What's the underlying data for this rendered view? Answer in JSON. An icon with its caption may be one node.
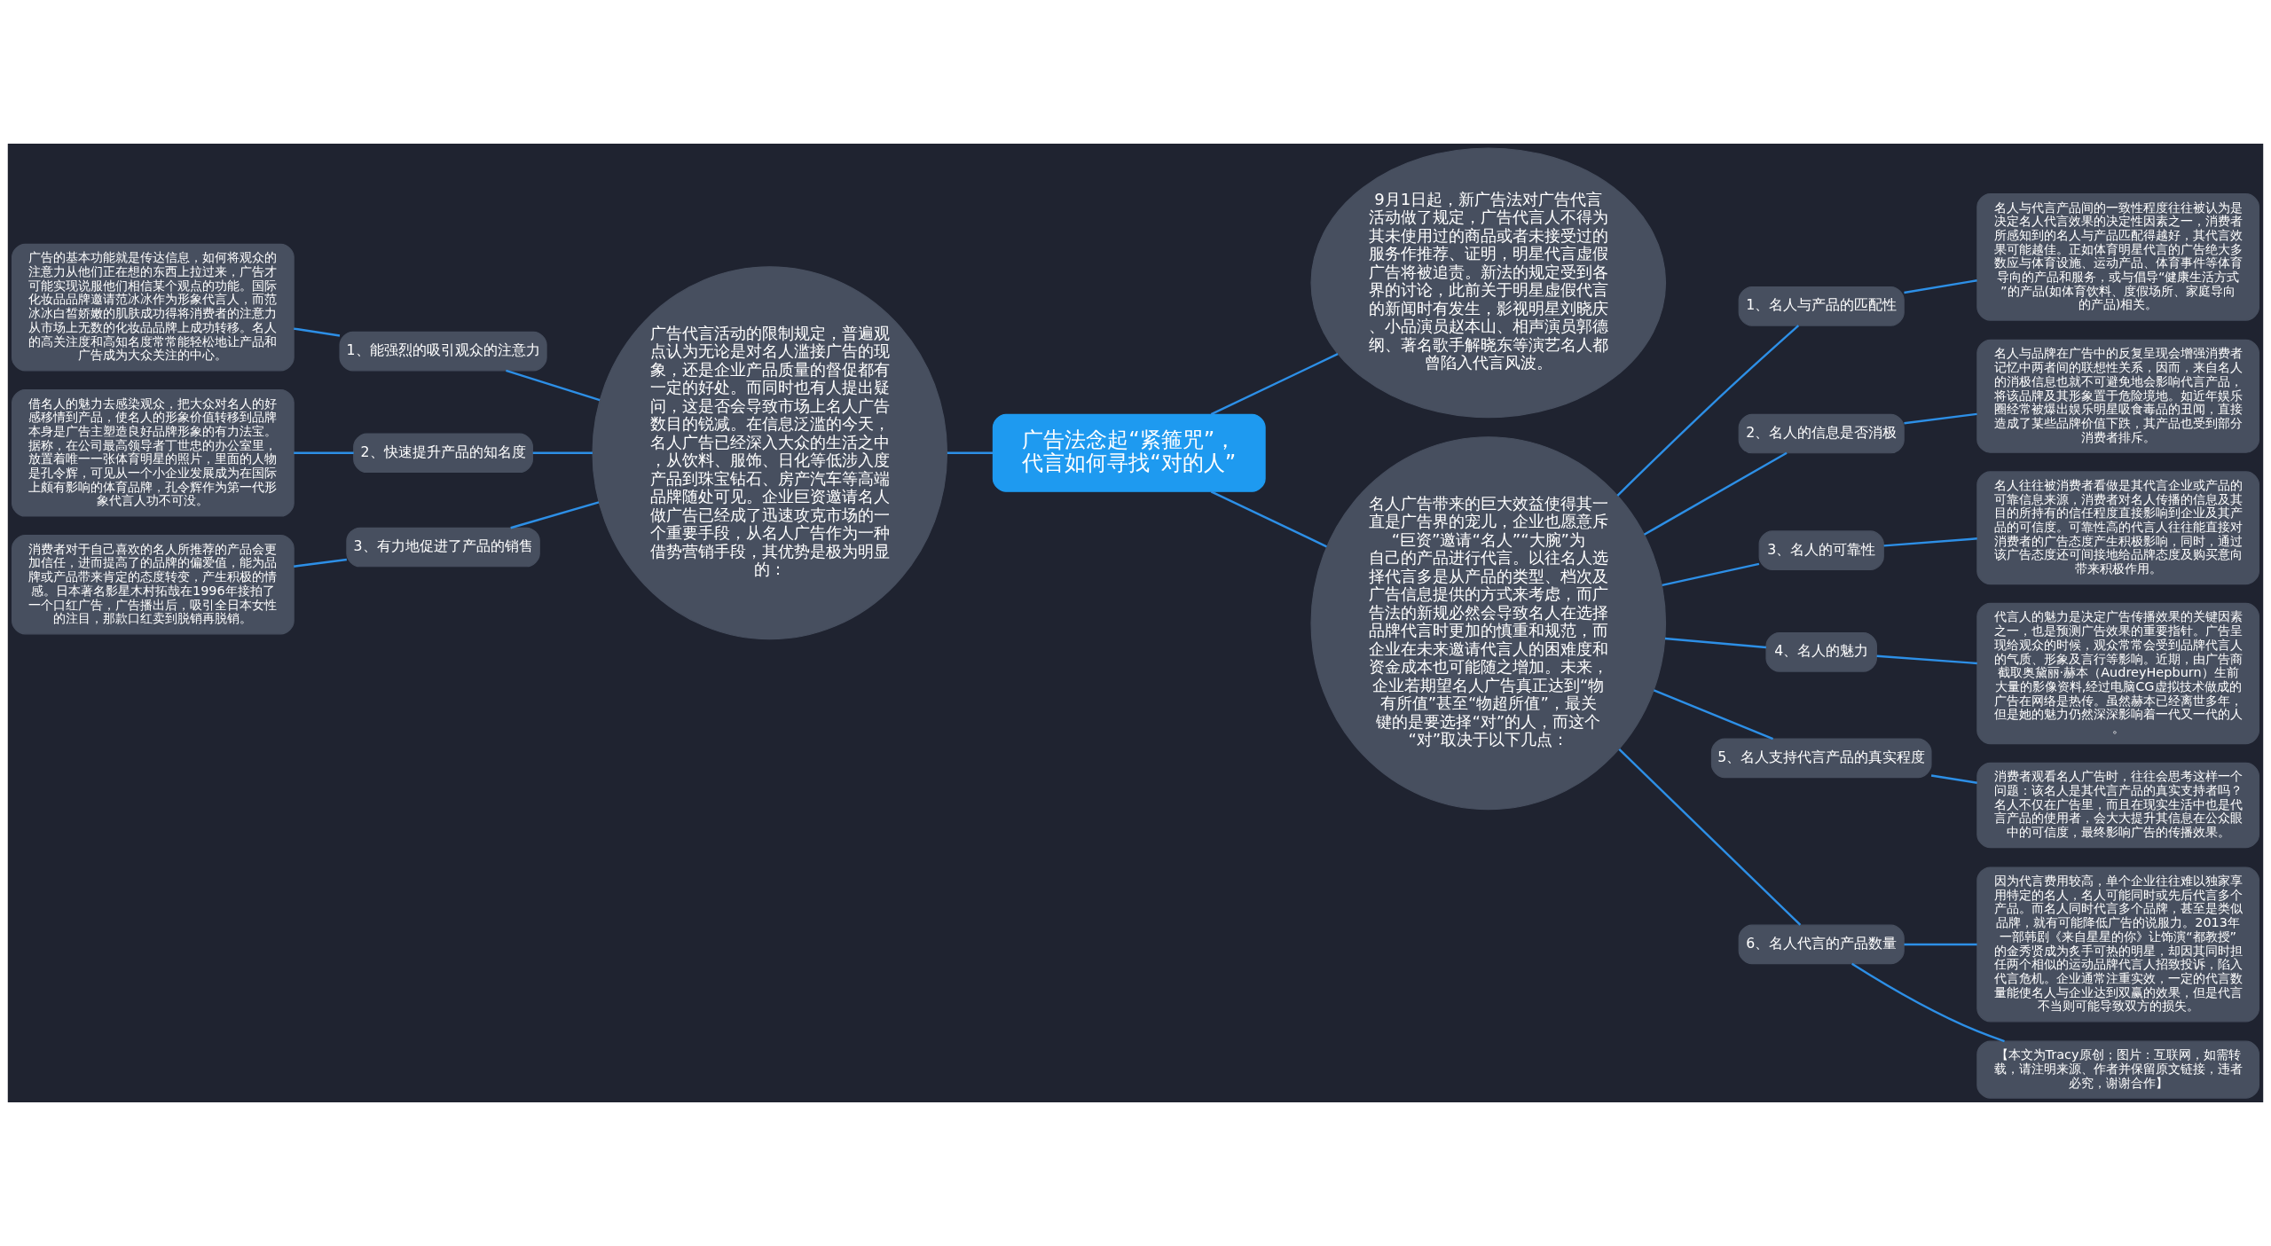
{
  "diagram": {
    "nodes": [
      {
        "text": [
          "广告法念起“紧箍咒”，代言如何寻找“对的人”"
        ]
      },
      {
        "text": [
          "9月1日起，新广告法对广告代言活动做了规定，广告代言人不得为其未使用过的商品或者未接受过的服务作推荐、证明，明星代言虚假广告将被追责。新法的规定受到各界的讨论，此前关于明星虚假代言的新闻时有发生，影视明星刘晓庆、小品演员赵本山、相声演员郭德纲、著名歌手解晓东等演艺名人都曾陷入代言风波。"
        ]
      },
      {
        "text": [
          "广告代言活动的限制规定，普遍观点认为无论是对名人滥接广告的现象，还是企业产品质量的督促都有一定的好处。而同时也有人提出疑问，这是否会导致市场上名人广告数目的锐减。在信息泛滥的今天，名人广告已经深入大众的生活之中，从饮料、服饰、日化等低涉入度产品到珠宝钻石、房产汽车等高端品牌随处可见。企业巨资邀请名人做广告已经成了迅速攻克市场的一个重要手段，从名人广告作为一种借势营销手段，其优势是极为明显的："
        ]
      },
      {
        "text": [
          "1、能强烈的吸引观众的注意力"
        ]
      },
      {
        "text": [
          "广告的基本功能就是传达信息，如何将观众的注意力从他们正在想的东西上拉过来，广告才可能实现说服他们相信某个观点的功能。国际化妆品品牌邀请范冰冰作为形象代言人，而范冰冰白皙娇嫩的肌肤成功得将消费者的注意力从市场上无数的化妆品品牌上成功转移。名人的高关注度和高知名度常常能轻松地让产品和广告成为大众关注的中心。"
        ]
      },
      {
        "text": [
          "2、快速提升产品的知名度"
        ]
      },
      {
        "text": [
          "借名人的魅力去感染观众，把大众对名人的好感移情到产品，使名人的形象价值转移到品牌本身是广告主塑造良好品牌形象的有力法宝。据称，在公司最高领导者丁世忠的办公室里，放置着唯一一张体育明星的照片，里面的人物是孔令辉，可见从一个小企业发展成为在国际上颇有影响的体育品牌，孔令辉作为第一代形象代言人功不可没。"
        ]
      },
      {
        "text": [
          "3、有力地促进了产品的销售"
        ]
      },
      {
        "text": [
          "消费者对于自己喜欢的名人所推荐的产品会更加信任，进而提高了的品牌的偏爱值，能为品牌或产品带来肯定的态度转变，产生积极的情感。日本著名影星木村拓哉在1996年接拍了一个口红广告，广告播出后，吸引全日本女性的注目，那款口红卖到脱销再脱销。"
        ]
      },
      {
        "text": [
          "名人广告带来的巨大效益使得其一直是广告界的宠儿，企业也愿意斥“巨资”邀请“名人”“大腕”为自己的产品进行代言。以往名人选择代言多是从产品的类型、档次及广告信息提供的方式来考虑，而广告法的新规必然会导致名人在选择品牌代言时更加的慎重和规范，而企业在未来邀请代言人的困难度和资金成本也可能随之增加。未来，企业若期望名人广告真正达到“物有所值”甚至“物超所值”，最关键的是要选择“对”的人，而这个“对”取决于以下几点："
        ]
      },
      {
        "text": [
          "1、名人与产品的匹配性"
        ]
      },
      {
        "text": [
          "名人与代言产品间的一致性程度往往被认为是决定名人代言效果的决定性因素之一，消费者所感知到的名人与产品匹配得越好，其代言效果可能越佳。正如体育明星代言的广告绝大多数应与体育设施、运动产品、体育事件等体育导向的产品和服务，或与倡导“健康生活方式”的产品(如体育饮料、度假场所、家庭导向的产品)相关。"
        ]
      },
      {
        "text": [
          "2、名人的信息是否消极"
        ]
      },
      {
        "text": [
          "名人与品牌在广告中的反复呈现会增强消费者记忆中两者间的联想性关系，因而，来自名人的消极信息也就不可避免地会影响代言产品，将该品牌及其形象置于危险境地。如近年娱乐圈经常被爆出娱乐明星吸食毒品的丑闻，直接造成了某些品牌价值下跌，其产品也受到部分消费者排斥。"
        ]
      },
      {
        "text": [
          "3、名人的可靠性"
        ]
      },
      {
        "text": [
          "名人往往被消费者看做是其代言企业或产品的可靠信息来源，消费者对名人传播的信息及其目的所持有的信任程度直接影响到企业及其产品的可信度。可靠性高的代言人往往能直接对消费者的广告态度产生积极影响，同时，通过该广告态度还可间接地给品牌态度及购买意向带来积极作用。"
        ]
      },
      {
        "text": [
          "4、名人的魅力"
        ]
      },
      {
        "text": [
          "代言人的魅力是决定广告传播效果的关键因素之一，也是预测广告效果的重要指针。广告呈现给观众的时候，观众常常会受到品牌代言人的气质、形象及言行等影响。近期，由广告商截取奥黛丽·赫本（AudreyHepburn）生前大量的影像资料,经过电脑CG虚拟技术做成的广告在网络是热传。虽然赫本已经离世多年，但是她的魅力仍然深深影响着一代又一代的人。"
        ]
      },
      {
        "text": [
          "5、名人支持代言产品的真实程度"
        ]
      },
      {
        "text": [
          "消费者观看名人广告时，往往会思考这样一个问题：该名人是其代言产品的真实支持者吗？名人不仅在广告里，而且在现实生活中也是代言产品的使用者，会大大提升其信息在公众眼中的可信度，最终影响广告的传播效果。"
        ]
      },
      {
        "text": [
          "6、名人代言的产品数量"
        ]
      },
      {
        "text": [
          "因为代言费用较高，单个企业往往难以独家享用特定的名人，名人可能同时或先后代言多个产品。而名人同时代言多个品牌，甚至是类似品牌，就有可能降低广告的说服力。2013年一部韩剧《来自星星的你》让饰演“都教授”的金秀贤成为炙手可热的明星，却因其同时担任两个相似的运动品牌代言人招致投诉，陷入代言危机。企业通常注重实效，一定的代言数量能使名人与企业达到双赢的效果，但是代言不当则可能导致双方的损失。"
        ]
      },
      {
        "text": [
          "【本文为Tracy原创；图片：互联网，如需转载，请注明来源、作者并保留原文链接，违者必究，谢谢合作】"
        ]
      }
    ],
    "edges": [
      {
        "from": 0,
        "to": 1,
        "arrow": "none"
      },
      {
        "from": 2,
        "to": 0,
        "arrow": "none"
      },
      {
        "from": 3,
        "to": 2,
        "arrow": "none"
      },
      {
        "from": 4,
        "to": 3,
        "arrow": "none"
      },
      {
        "from": 5,
        "to": 2,
        "arrow": "none"
      },
      {
        "from": 6,
        "to": 5,
        "arrow": "none"
      },
      {
        "from": 7,
        "to": 2,
        "arrow": "none"
      },
      {
        "from": 8,
        "to": 7,
        "arrow": "none"
      },
      {
        "from": 0,
        "to": 9,
        "arrow": "none"
      },
      {
        "from": 9,
        "to": 10,
        "arrow": "none"
      },
      {
        "from": 10,
        "to": 11,
        "arrow": "none"
      },
      {
        "from": 9,
        "to": 12,
        "arrow": "none"
      },
      {
        "from": 12,
        "to": 13,
        "arrow": "none"
      },
      {
        "from": 9,
        "to": 14,
        "arrow": "none"
      },
      {
        "from": 14,
        "to": 15,
        "arrow": "none"
      },
      {
        "from": 9,
        "to": 16,
        "arrow": "none"
      },
      {
        "from": 16,
        "to": 17,
        "arrow": "none"
      },
      {
        "from": 9,
        "to": 18,
        "arrow": "none"
      },
      {
        "from": 18,
        "to": 19,
        "arrow": "none"
      },
      {
        "from": 9,
        "to": 20,
        "arrow": "none"
      },
      {
        "from": 20,
        "to": 21,
        "arrow": "none"
      },
      {
        "from": 20,
        "to": 22,
        "arrow": "none"
      }
    ]
  }
}
